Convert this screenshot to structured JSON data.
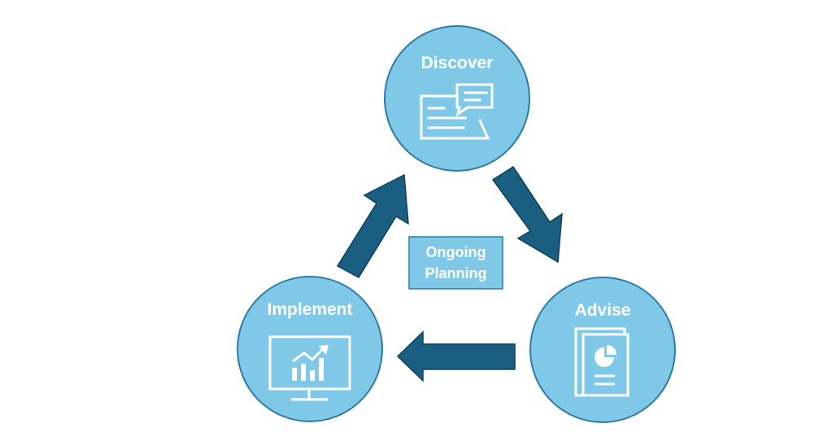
{
  "nodes": {
    "discover": {
      "label": "Discover",
      "icon": "document-chat-icon"
    },
    "advise": {
      "label": "Advise",
      "icon": "report-pie-chart-icon"
    },
    "implement": {
      "label": "Implement",
      "icon": "monitor-growth-chart-icon"
    }
  },
  "center": {
    "line1": "Ongoing",
    "line2": "Planning"
  },
  "colors": {
    "circle_fill": "#7fc8e8",
    "circle_stroke": "#2e7aa6",
    "arrow_fill": "#1a5e82",
    "arrow_stroke": "#0f3f5a",
    "box_fill": "#7fc8e8",
    "box_stroke": "#2e7aa6",
    "text": "#ffffff"
  }
}
